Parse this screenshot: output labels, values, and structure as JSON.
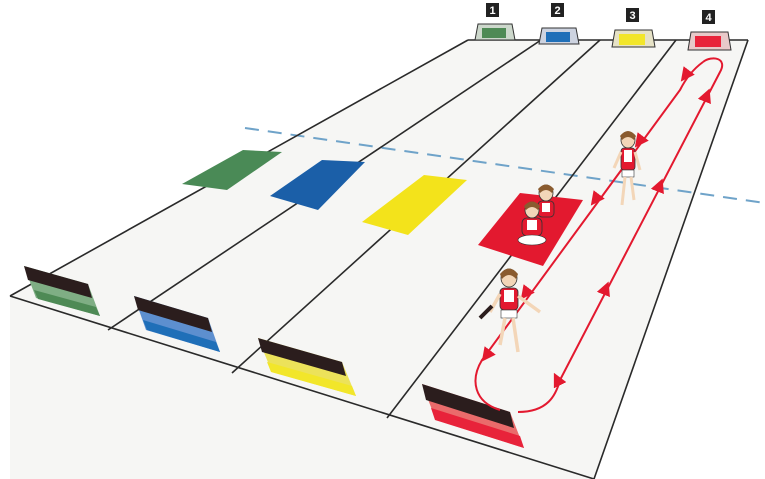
{
  "lanes": [
    {
      "number": "1",
      "color": "#4e8a55",
      "mat_color": "#4a8a56"
    },
    {
      "number": "2",
      "color": "#1f6fb8",
      "mat_color": "#1b5fa8"
    },
    {
      "number": "3",
      "color": "#f2e62a",
      "mat_color": "#f3e31b"
    },
    {
      "number": "4",
      "color": "#e8233a",
      "mat_color": "#e3192f"
    }
  ],
  "colors": {
    "field": "#f6f6f4",
    "lane_line": "#2a2a2a",
    "dashed_line": "#6fa3c9",
    "route": "#e3192f",
    "hurdle_front": "#2b1d1d"
  },
  "icons": {
    "route_arrow": "arrow-icon",
    "child": "child-runner-icon",
    "baton": "baton-icon"
  }
}
